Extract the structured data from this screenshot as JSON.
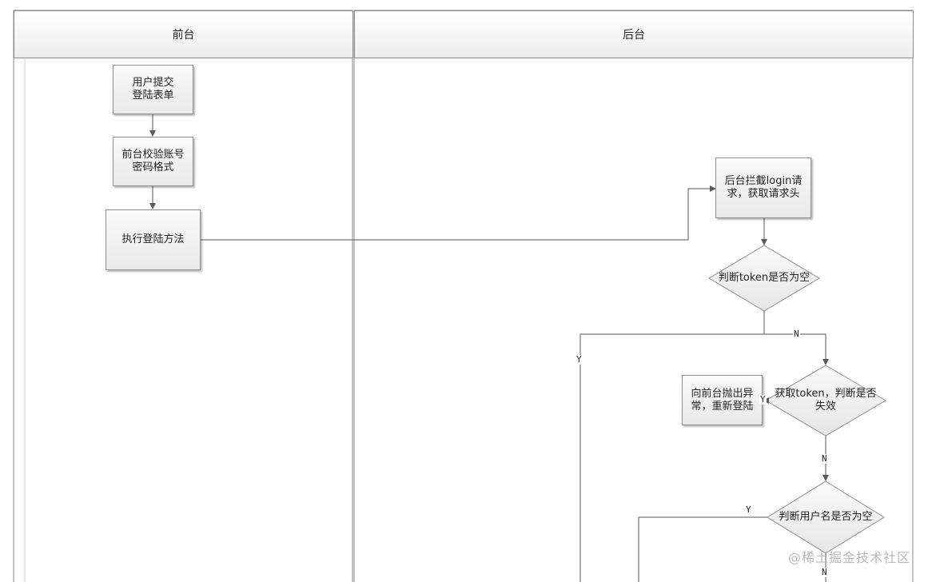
{
  "lanes": {
    "front": "前台",
    "back": "后台"
  },
  "nodes": {
    "submit": "用户提交\n登陆表单",
    "validate": "前台校验账号\n密码格式",
    "execLogin": "执行登陆方法",
    "intercept": "后台拦截login请\n求，获取请求头",
    "tokenEmpty": "判断token是否为空",
    "tokenExpired": "获取token，判断是否\n失效",
    "throwError": "向前台抛出异\n常，重新登陆",
    "userEmpty": "判断用户名是否为空"
  },
  "edgeLabels": {
    "tokenEmptyYes": "Y",
    "tokenEmptyNo": "N",
    "tokenExpiredYes": "Y",
    "tokenExpiredNo": "N",
    "userEmptyYes": "Y",
    "userEmptyNo": "N"
  },
  "watermark": "@稀土掘金技术社区",
  "colors": {
    "line": "#5a5a5a",
    "border": "#8f8f8f",
    "fill": "#efefef"
  }
}
